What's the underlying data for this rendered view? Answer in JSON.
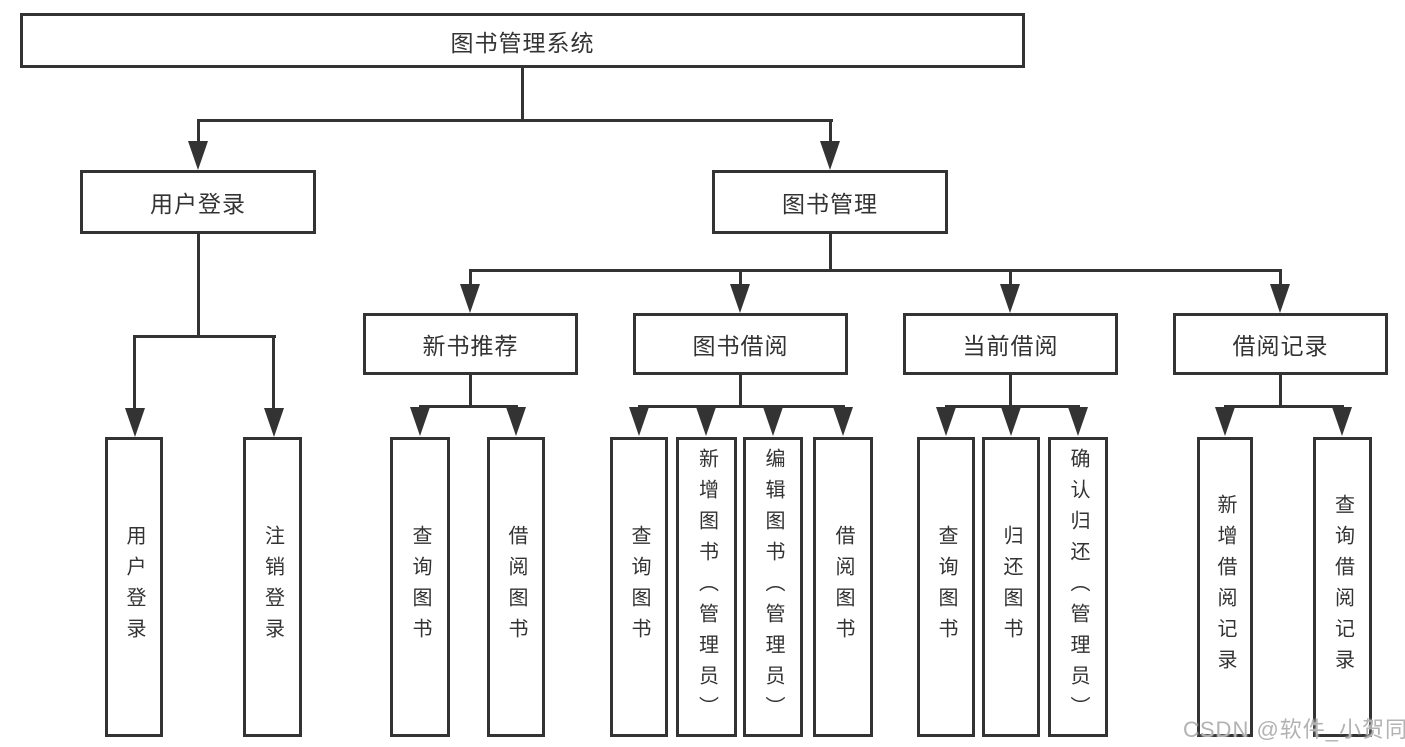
{
  "tree": {
    "root": "图书管理系统",
    "level2": [
      "用户登录",
      "图书管理"
    ],
    "level3": [
      "新书推荐",
      "图书借阅",
      "当前借阅",
      "借阅记录"
    ],
    "leaves": {
      "user_login": [
        "用户登录",
        "注销登录"
      ],
      "new_book_recommend": [
        "查询图书",
        "借阅图书"
      ],
      "book_borrow": [
        "查询图书",
        "新增图书（管理员）",
        "编辑图书（管理员）",
        "借阅图书"
      ],
      "current_borrow": [
        "查询图书",
        "归还图书",
        "确认归还（管理员）"
      ],
      "borrow_records": [
        "新增借阅记录",
        "查询借阅记录"
      ]
    }
  },
  "watermark": "CSDN @软件_小贺同学",
  "colors": {
    "line": "#333333",
    "text": "#333333",
    "background": "#ffffff",
    "watermark": "#b3b3b3"
  }
}
